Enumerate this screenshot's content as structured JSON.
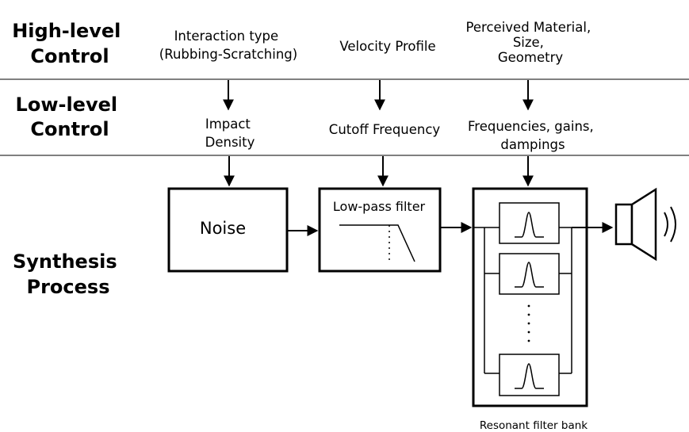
{
  "sections": {
    "high_level": [
      "High-level",
      "Control"
    ],
    "low_level": [
      "Low-level",
      "Control"
    ],
    "synthesis": [
      "Synthesis",
      "Process"
    ]
  },
  "high_level_params": {
    "interaction": [
      "Interaction type",
      "(Rubbing-Scratching)"
    ],
    "velocity": [
      "Velocity Profile"
    ],
    "material": [
      "Perceived Material,",
      "Size,",
      "Geometry"
    ]
  },
  "low_level_params": {
    "impact": [
      "Impact",
      "Density"
    ],
    "cutoff": [
      "Cutoff Frequency"
    ],
    "resonance": [
      "Frequencies, gains,",
      "dampings"
    ]
  },
  "blocks": {
    "noise": "Noise",
    "lowpass": "Low-pass filter",
    "filter_bank_caption": "Resonant filter bank"
  },
  "icons": {
    "filter_response": "lowpass-response-icon",
    "bandpass": "bandpass-peak-icon",
    "speaker": "speaker-icon"
  },
  "colors": {
    "stroke": "#000000",
    "background": "#ffffff"
  }
}
